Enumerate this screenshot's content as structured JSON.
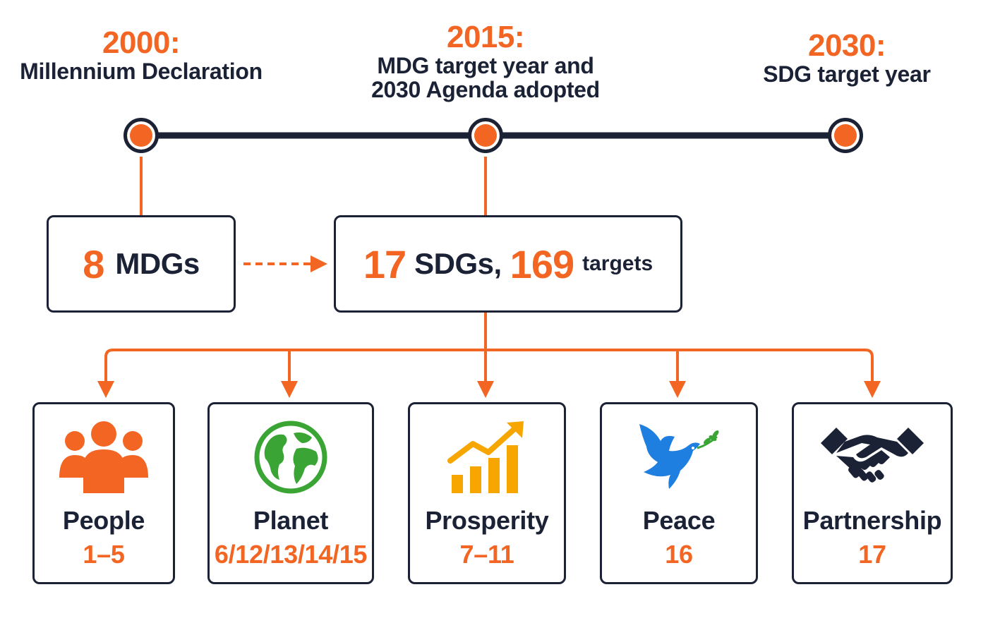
{
  "timeline": [
    {
      "year": "2000:",
      "description_lines": [
        "Millennium Declaration"
      ]
    },
    {
      "year": "2015:",
      "description_lines": [
        "MDG target year and",
        "2030 Agenda adopted"
      ]
    },
    {
      "year": "2030:",
      "description_lines": [
        "SDG target year"
      ]
    }
  ],
  "mdg_box": {
    "number": "8",
    "label": "MDGs"
  },
  "sdg_box": {
    "number1": "17",
    "label1": "SDGs,",
    "number2": "169",
    "label2": "targets"
  },
  "pillars": [
    {
      "name": "People",
      "goals": "1–5",
      "icon": "people-icon"
    },
    {
      "name": "Planet",
      "goals": "6/12/13/14/15",
      "icon": "globe-icon"
    },
    {
      "name": "Prosperity",
      "goals": "7–11",
      "icon": "growth-chart-icon"
    },
    {
      "name": "Peace",
      "goals": "16",
      "icon": "dove-icon"
    },
    {
      "name": "Partnership",
      "goals": "17",
      "icon": "handshake-icon"
    }
  ],
  "colors": {
    "accent": "#f26522",
    "dark": "#1b2235",
    "planet_green": "#3aa535",
    "prosperity_yellow": "#f7a600",
    "peace_blue": "#1f7fe0"
  }
}
